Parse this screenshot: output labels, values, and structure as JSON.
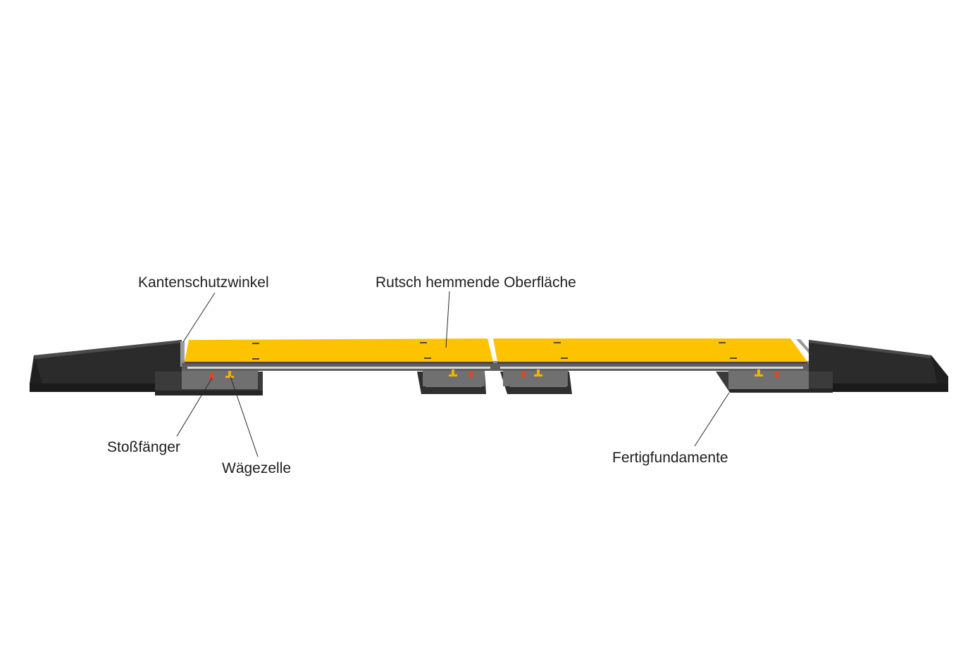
{
  "labels": {
    "edge_protection": "Kantenschutzwinkel",
    "anti_slip_surface": "Rutsch hemmende Oberfläche",
    "bumper": "Stoßfänger",
    "load_cell": "Wägezelle",
    "prefab_foundations": "Fertigfundamente"
  },
  "colors": {
    "platform_surface": "#fdc300",
    "ramp": "#262626",
    "frame": "#6e6e6e",
    "foundation": "#3a3a3a",
    "bumper": "#e5471c",
    "load_cell": "#f0b400"
  }
}
